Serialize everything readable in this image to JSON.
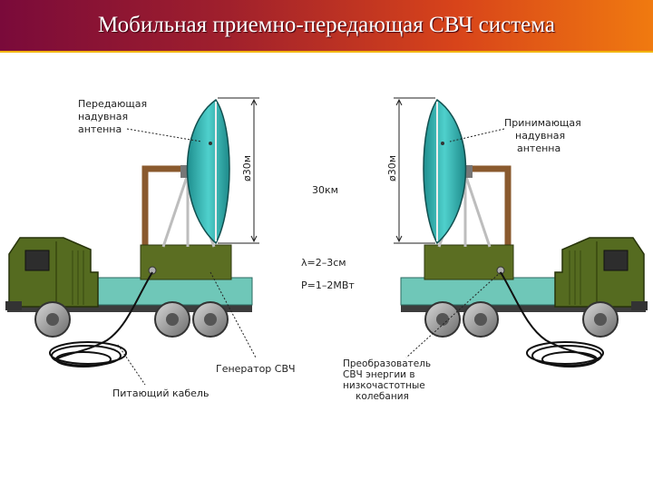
{
  "title": "Мобильная приемно-передающая СВЧ система",
  "labels": {
    "transmit_antenna": [
      "Передающая",
      "надувная",
      "антенна"
    ],
    "receive_antenna": [
      "Принимающая",
      "надувная",
      "антенна"
    ],
    "diameter_left": "ø30м",
    "diameter_right": "ø30м",
    "distance": "30км",
    "wavelength": "λ=2–3см",
    "power": "P=1–2МВт",
    "generator": "Генератор СВЧ",
    "cable": "Питающий кабель",
    "converter": [
      "Преобразователь",
      "СВЧ энергии в",
      "низкочастотные",
      "колебания"
    ]
  },
  "colors": {
    "title_gradient_start": "#7a0a3a",
    "title_gradient_end": "#f07a10",
    "title_rule": "#f2b400",
    "truck_green": "#556b20",
    "platform_teal": "#6fc7b8",
    "dish_cyan": "#33b6b6",
    "mast_brown": "#8a5a2e"
  }
}
